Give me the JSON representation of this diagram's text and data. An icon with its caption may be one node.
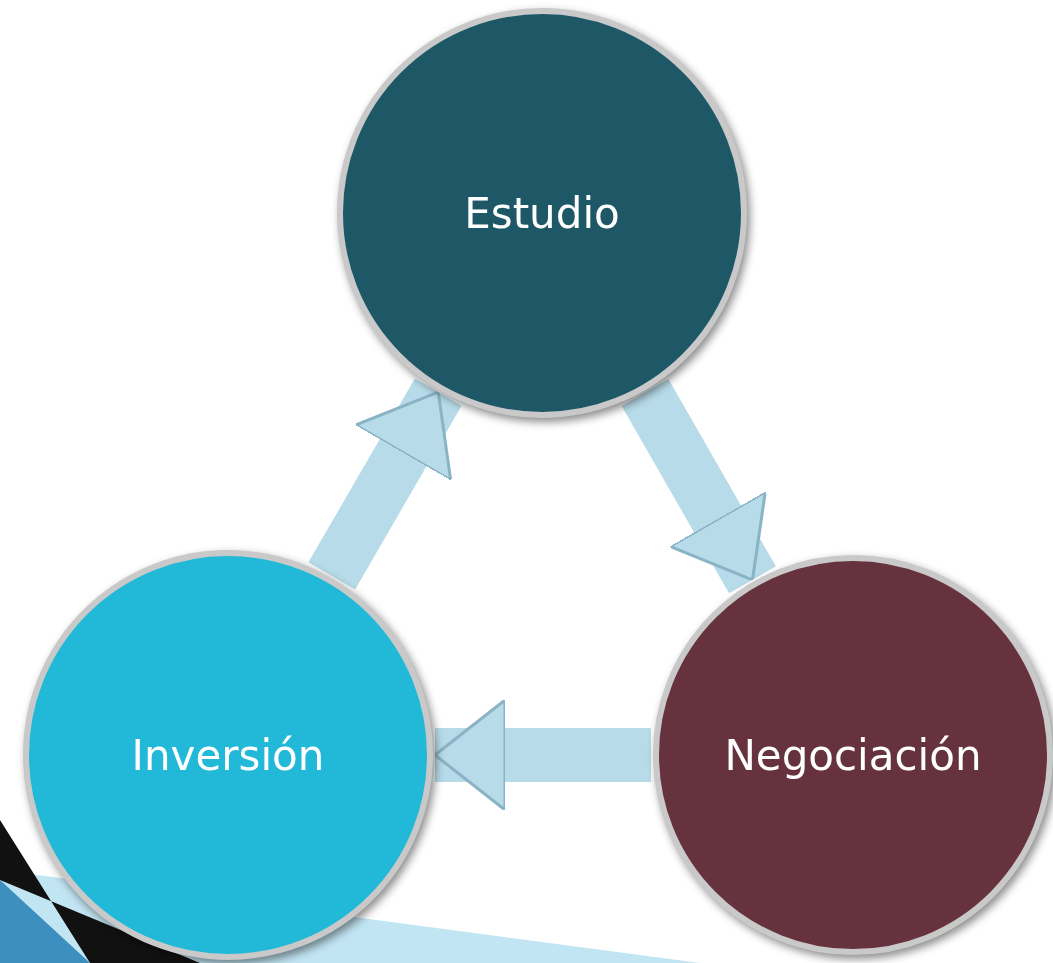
{
  "diagram": {
    "nodes": [
      {
        "text": [
          "Estudio"
        ]
      },
      {
        "text": [
          "Negociación"
        ]
      },
      {
        "text": [
          "Inversión"
        ]
      }
    ],
    "edges": [
      {
        "from": 0,
        "to": 1,
        "arrow": "to"
      },
      {
        "from": 1,
        "to": 2,
        "arrow": "to"
      },
      {
        "from": 2,
        "to": 0,
        "arrow": "to"
      }
    ]
  }
}
